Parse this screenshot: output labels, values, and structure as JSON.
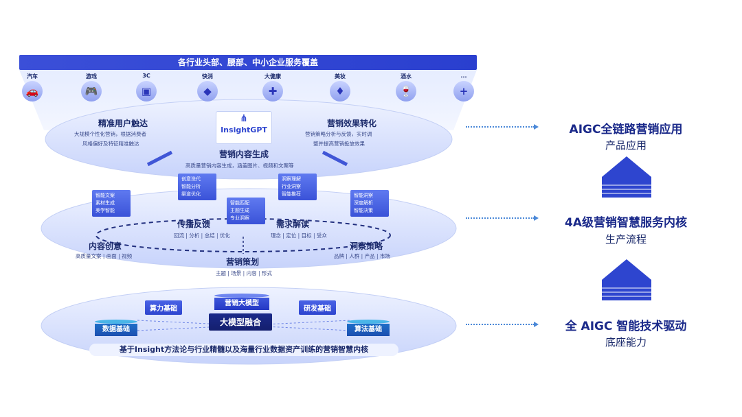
{
  "banner": "各行业头部、腰部、中小企业服务覆盖",
  "industries": [
    {
      "label": "汽车",
      "icon": "car-icon",
      "glyph": "🚗"
    },
    {
      "label": "游戏",
      "icon": "gamepad-icon",
      "glyph": "🎮"
    },
    {
      "label": "3C",
      "icon": "device-icon",
      "glyph": "▣"
    },
    {
      "label": "快消",
      "icon": "bag-icon",
      "glyph": "◆"
    },
    {
      "label": "大健康",
      "icon": "medical-kit-icon",
      "glyph": "✚"
    },
    {
      "label": "美妆",
      "icon": "cosmetics-icon",
      "glyph": "♦"
    },
    {
      "label": "酒水",
      "icon": "bottle-icon",
      "glyph": "🍷"
    },
    {
      "label": "...",
      "icon": "plus-icon",
      "glyph": "+"
    }
  ],
  "top_layer": {
    "logo": "InsightGPT",
    "left_title": "精准用户触达",
    "left_desc": [
      "大规模个性化营销，根据消费者",
      "风格偏好及特征精准触达"
    ],
    "right_title": "营销效果转化",
    "right_desc": [
      "营销策略分析与反馈，实时调",
      "整并提高营销投放效果"
    ],
    "center_title": "营销内容生成",
    "center_desc": "高质量营销内容生成，涵盖图片、视频和文案等"
  },
  "mid_layer": {
    "box_left": [
      "智能文案",
      "素材生成",
      "美学智能"
    ],
    "box_center_left": [
      "创意迭代",
      "智能分析",
      "渠道优化"
    ],
    "box_center": [
      "智能匹配",
      "主题生成",
      "专业洞察"
    ],
    "box_center_right": [
      "洞察理解",
      "行业洞察",
      "智能推荐"
    ],
    "box_right": [
      "智能洞察",
      "深度解析",
      "智能决策"
    ],
    "node_spread": "传播反馈",
    "node_spread_sub": "回流 | 分析 | 总结 | 优化",
    "node_demand": "需求解读",
    "node_demand_sub": "理念 | 定位 | 目标 | 受众",
    "node_content": "内容创意",
    "node_content_sub": "高质量文案 | 画面 | 视频",
    "node_insight": "洞察策略",
    "node_insight_sub": "品牌 | 人群 | 产品 | 市场",
    "node_plan": "营销策划",
    "node_plan_sub": "主题 | 场景 | 内容 | 形式"
  },
  "bottom_layer": {
    "compute": "算力基础",
    "rnd": "研发基础",
    "big_model": "营销大模型",
    "fusion": "大模型融合",
    "data": "数据基础",
    "algo": "算法基础",
    "caption": "基于Insight方法论与行业精髓以及海量行业数据资产训练的营销智慧内核"
  },
  "right_panel": [
    {
      "title": "AIGC全链路营销应用",
      "sub": "产品应用"
    },
    {
      "title": "4A级营销智慧服务内核",
      "sub": "生产流程"
    },
    {
      "title": "全 AIGC 智能技术驱动",
      "sub": "底座能力"
    }
  ],
  "colors": {
    "primary": "#2e45cf",
    "navy": "#1b2a8a",
    "ellipse": "#dbe4ff",
    "dots": "#4a88d8"
  }
}
